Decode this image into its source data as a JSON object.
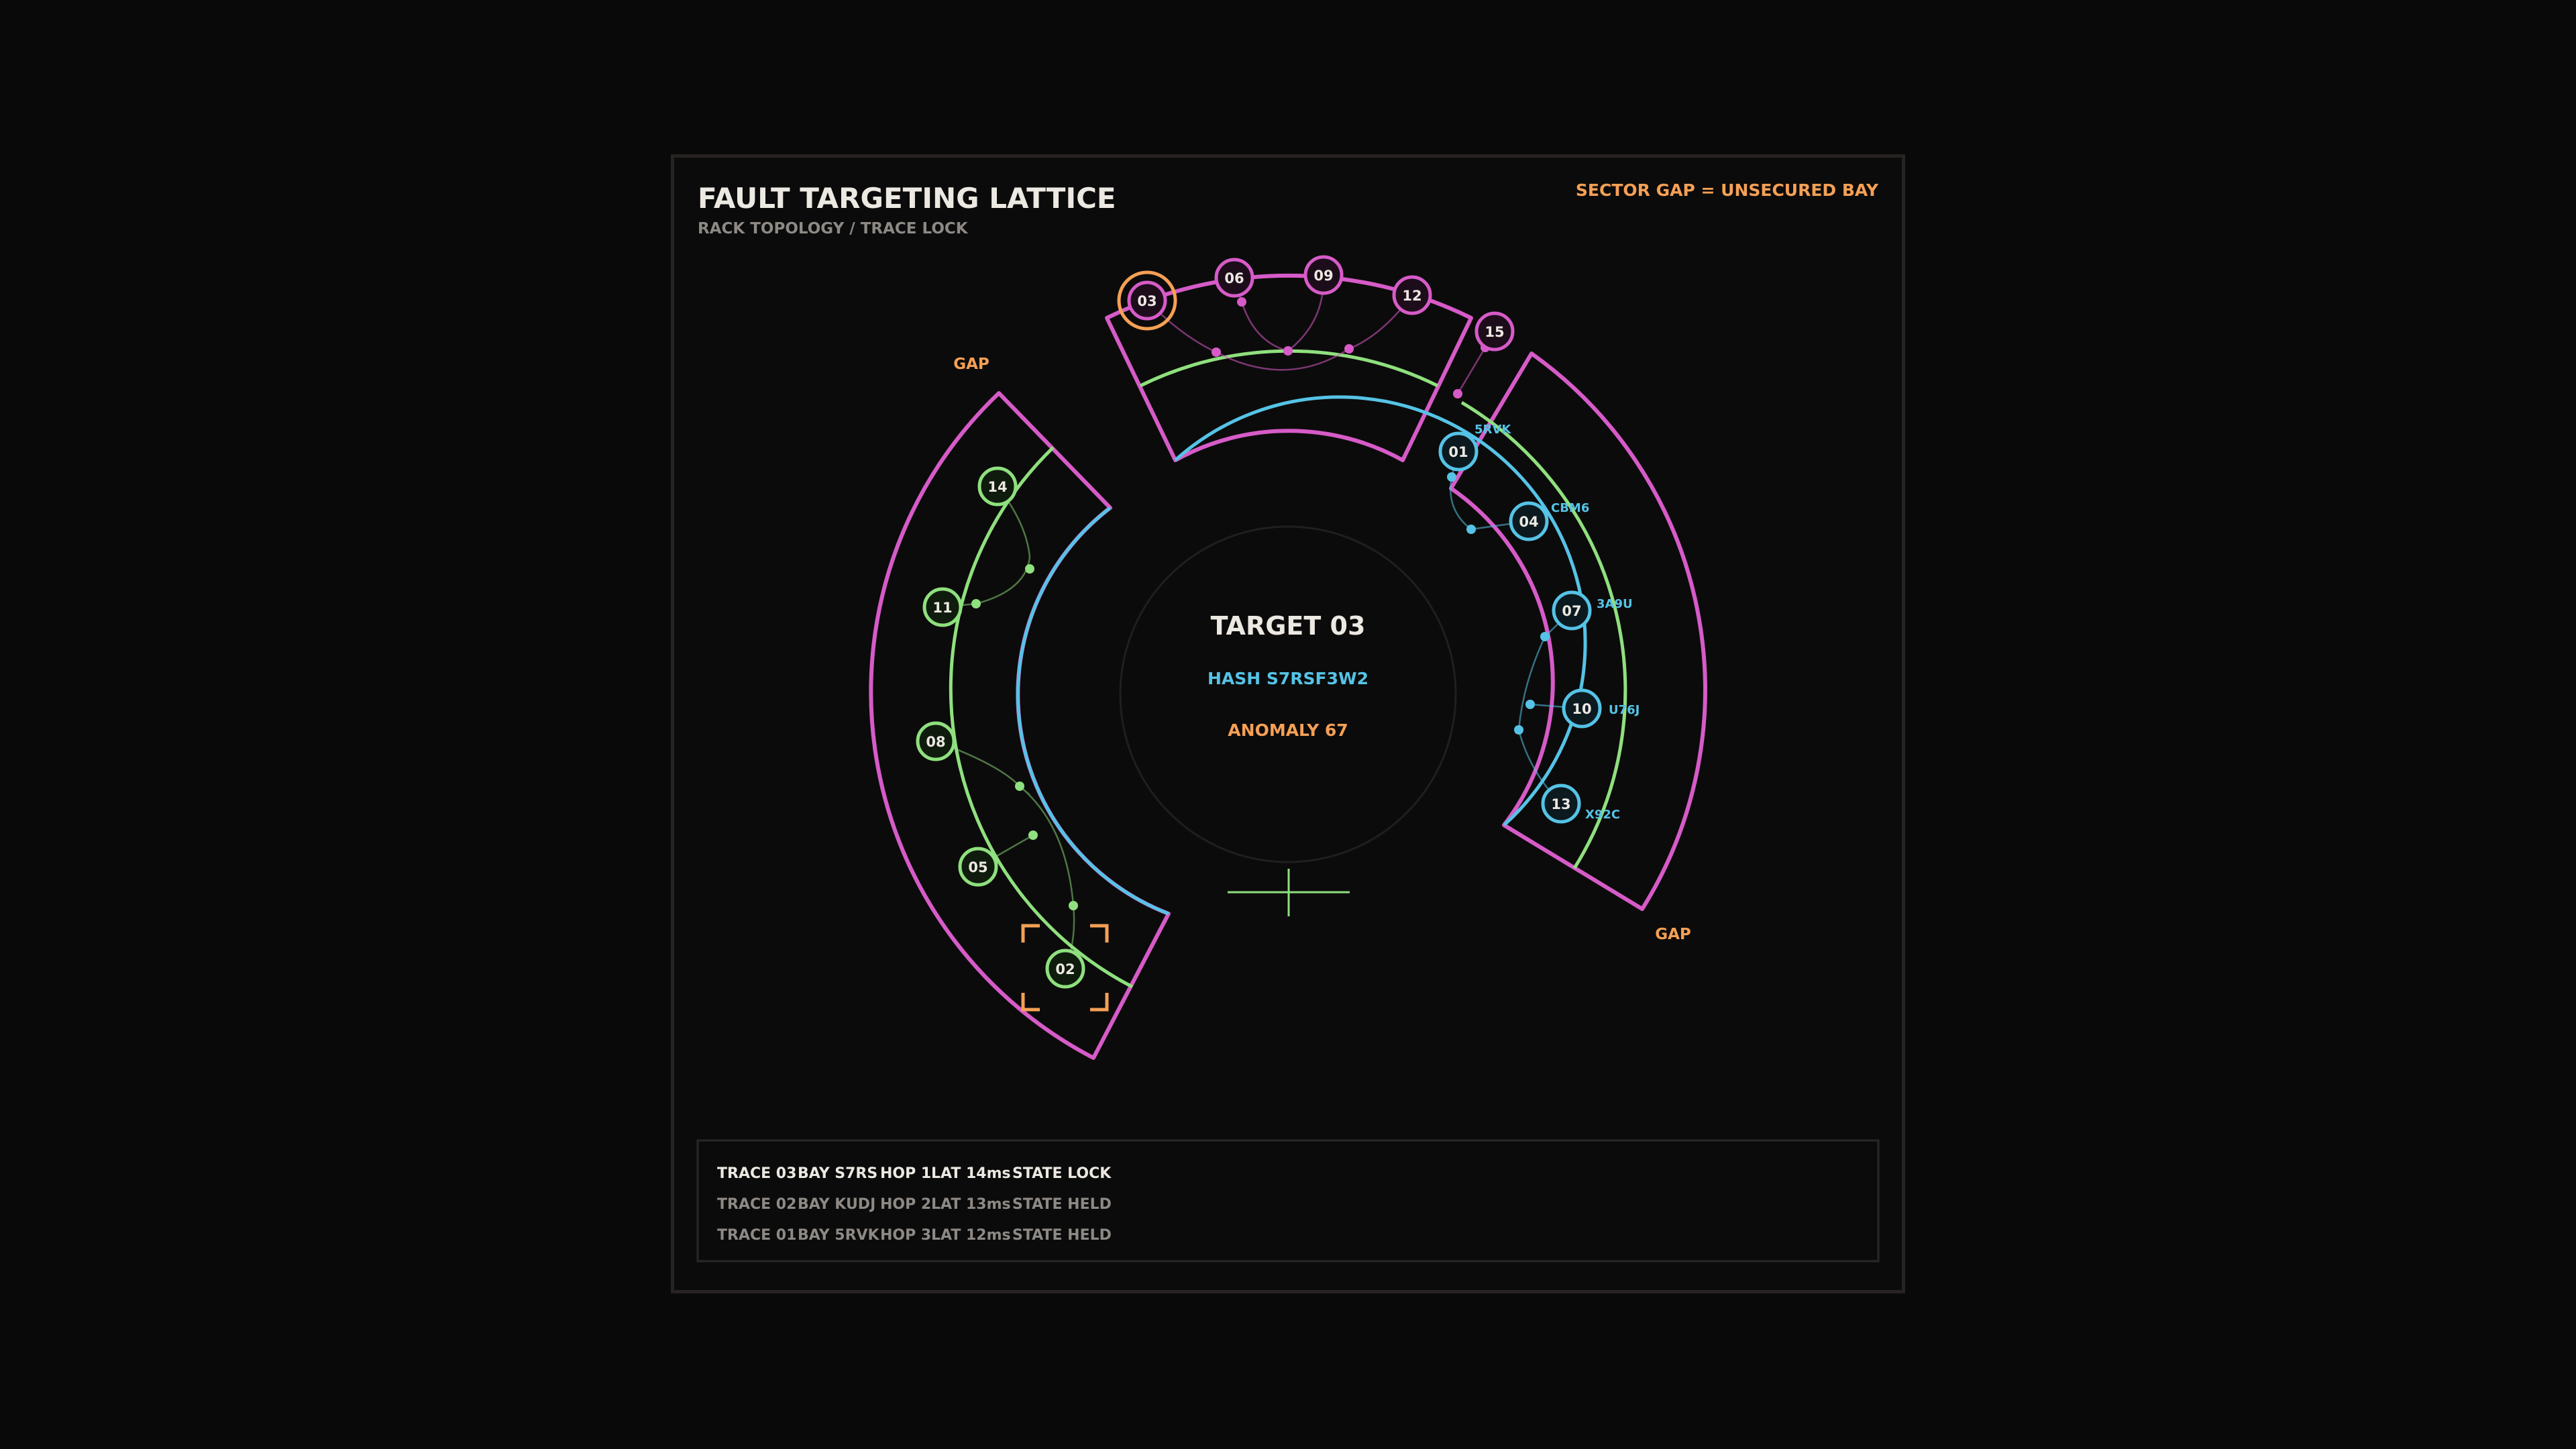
{
  "header": {
    "title": "FAULT TARGETING LATTICE",
    "subtitle": "RACK TOPOLOGY / TRACE LOCK",
    "legend": "SECTOR GAP = UNSECURED BAY"
  },
  "gap_labels": [
    "GAP",
    "GAP"
  ],
  "center": {
    "target": "TARGET 03",
    "hash": "HASH S7RSF3W2",
    "anomaly": "ANOMALY 67"
  },
  "nodes": {
    "n01": {
      "id": "01",
      "tag": "5RVK"
    },
    "n02": {
      "id": "02"
    },
    "n03": {
      "id": "03"
    },
    "n04": {
      "id": "04",
      "tag": "CBM6"
    },
    "n05": {
      "id": "05"
    },
    "n06": {
      "id": "06"
    },
    "n07": {
      "id": "07",
      "tag": "3A9U"
    },
    "n08": {
      "id": "08"
    },
    "n09": {
      "id": "09"
    },
    "n10": {
      "id": "10",
      "tag": "U76J"
    },
    "n11": {
      "id": "11"
    },
    "n12": {
      "id": "12"
    },
    "n13": {
      "id": "13",
      "tag": "X92C"
    },
    "n14": {
      "id": "14"
    },
    "n15": {
      "id": "15"
    }
  },
  "trace_log": [
    {
      "trace": "TRACE 03",
      "bay": "BAY S7RS",
      "hop": "HOP 1",
      "lat": "LAT 14ms",
      "state": "STATE LOCK"
    },
    {
      "trace": "TRACE 02",
      "bay": "BAY KUDJ",
      "hop": "HOP 2",
      "lat": "LAT 13ms",
      "state": "STATE HELD"
    },
    {
      "trace": "TRACE 01",
      "bay": "BAY 5RVK",
      "hop": "HOP 3",
      "lat": "LAT 12ms",
      "state": "STATE HELD"
    }
  ],
  "colors": {
    "background": "#0a0909",
    "magenta": "#d65bc8",
    "green": "#8fe07e",
    "cyan": "#55c3e6",
    "orange": "#f5a055",
    "title": "#ece8e2",
    "muted": "#8d8985"
  }
}
